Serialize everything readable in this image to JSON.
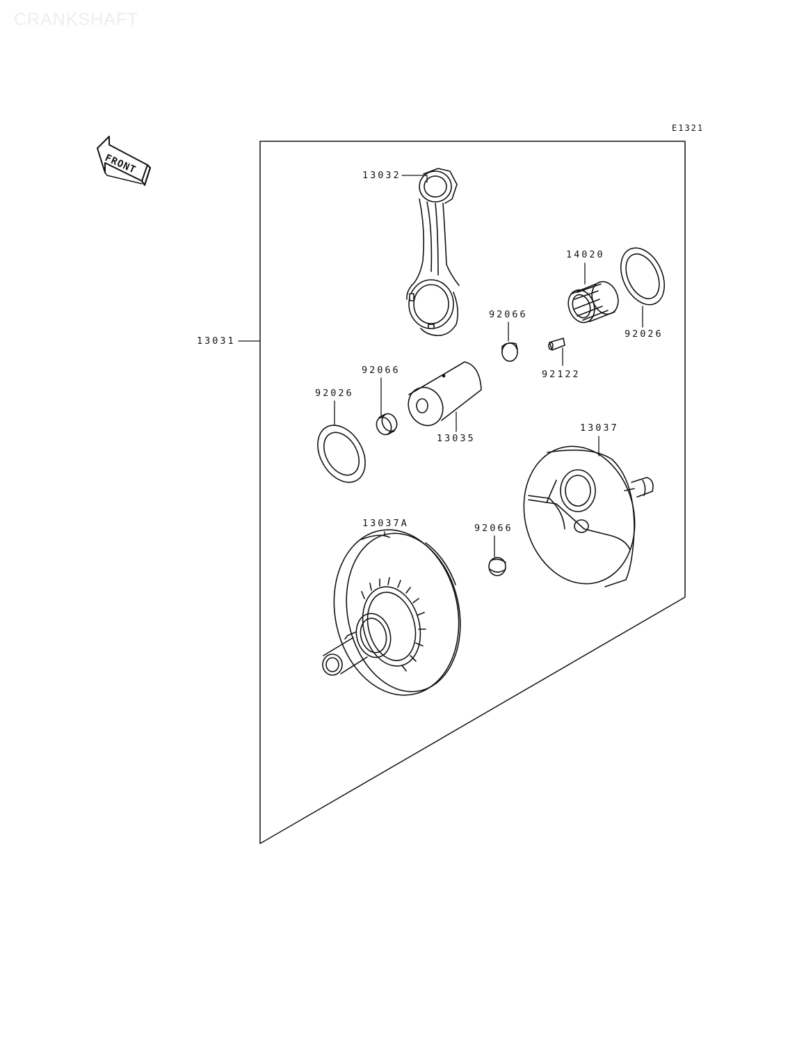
{
  "page": {
    "watermark_title": "CRANKSHAFT",
    "diagram_ref": "E1321",
    "front_label": "FRONT"
  },
  "parts": [
    {
      "id": "assembly",
      "number": "13031"
    },
    {
      "id": "conrod",
      "number": "13032"
    },
    {
      "id": "bearing-needle",
      "number": "14020"
    },
    {
      "id": "washer-right",
      "number": "92026"
    },
    {
      "id": "bushing-upper",
      "number": "92066"
    },
    {
      "id": "pin",
      "number": "92122"
    },
    {
      "id": "bushing-left",
      "number": "92066"
    },
    {
      "id": "washer-left",
      "number": "92026"
    },
    {
      "id": "crankpin",
      "number": "13035"
    },
    {
      "id": "crank-half-right",
      "number": "13037"
    },
    {
      "id": "crank-half-left",
      "number": "13037A"
    },
    {
      "id": "bushing-lower",
      "number": "92066"
    }
  ],
  "colors": {
    "line": "#111111",
    "watermark": "#eeeeee",
    "background": "#ffffff"
  }
}
